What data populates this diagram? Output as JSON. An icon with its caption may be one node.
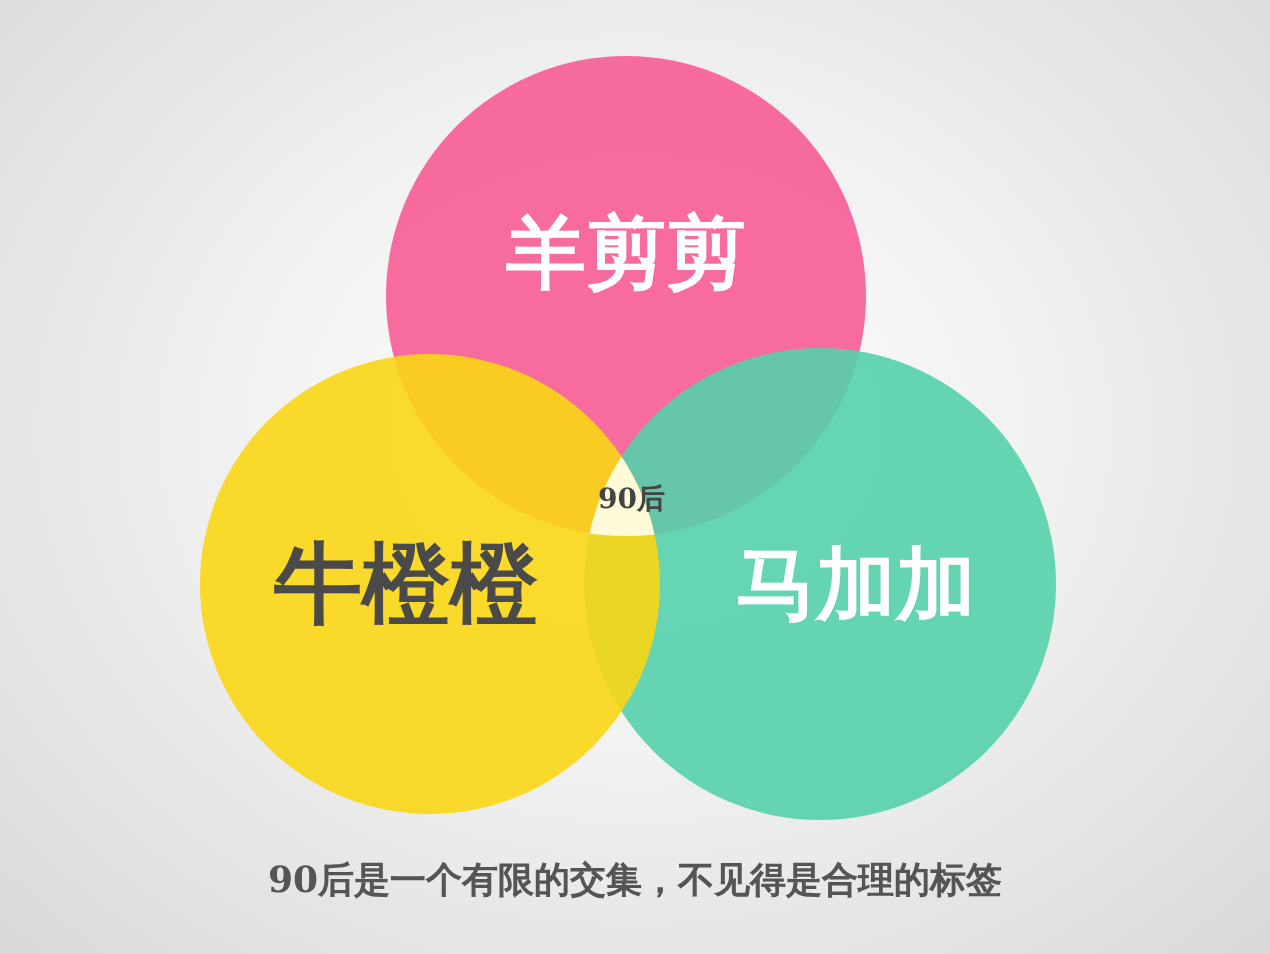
{
  "diagram": {
    "caption": "90后是一个有限的交集，不见得是合理的标签",
    "nodes": [
      {
        "text": [
          "羊剪剪"
        ]
      },
      {
        "text": [
          "牛橙橙"
        ]
      },
      {
        "text": [
          "马加加"
        ]
      }
    ],
    "labels": [
      "90后"
    ]
  }
}
